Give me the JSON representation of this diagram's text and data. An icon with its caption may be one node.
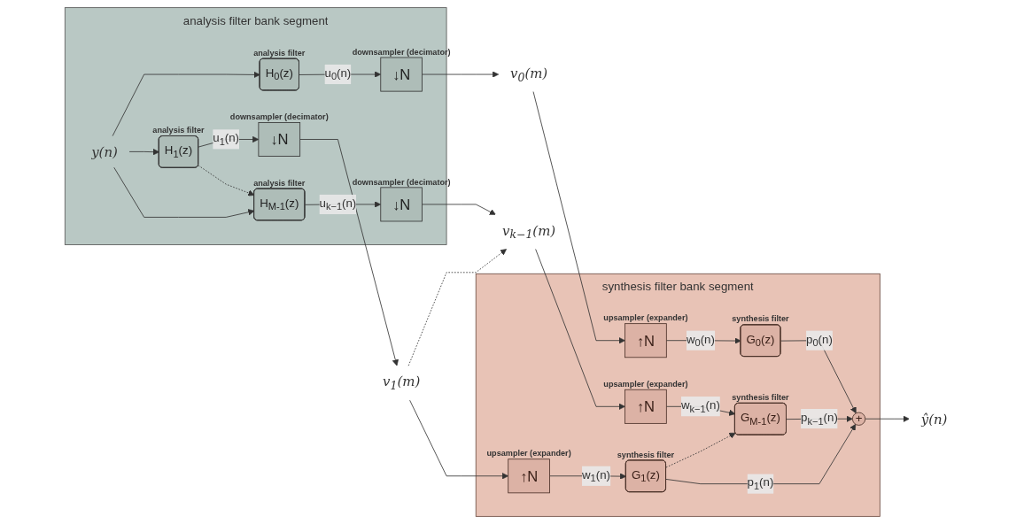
{
  "diagram": {
    "nodes": [
      {
        "text": [
          "analysis filter bank segment"
        ]
      },
      {
        "text": [
          "y(n)"
        ],
        "in": 0
      },
      {
        "text": [
          "H$_{0}$(z)"
        ],
        "in": 0,
        "beside": [
          "analysis filter"
        ]
      },
      {
        "text": [
          "↓N"
        ],
        "in": 0,
        "beside": [
          "downsampler (decimator)"
        ]
      },
      {
        "text": [
          "H$_{1}$(z)"
        ],
        "in": 0,
        "beside": [
          "analysis filter"
        ]
      },
      {
        "text": [
          "↓N"
        ],
        "in": 0,
        "beside": [
          "downsampler (decimator)"
        ]
      },
      {
        "text": [
          "H$_{M-1}$(z)"
        ],
        "in": 0,
        "beside": [
          "analysis filter"
        ]
      },
      {
        "text": [
          "↓N"
        ],
        "in": 0,
        "beside": [
          "downsampler (decimator)"
        ]
      },
      {
        "text": [
          "v$_{0}$(m)"
        ]
      },
      {
        "text": [
          "v$_{1}$(m)"
        ]
      },
      {
        "text": [
          "v$_{k−1}$(m)"
        ]
      },
      {
        "text": [
          "synthesis filter bank segment"
        ]
      },
      {
        "text": [
          "↑N"
        ],
        "in": 11,
        "beside": [
          "upsampler (expander)"
        ]
      },
      {
        "text": [
          "G$_{0}$(z)"
        ],
        "in": 11,
        "beside": [
          "synthesis filter"
        ]
      },
      {
        "text": [
          "↑N"
        ],
        "in": 11,
        "beside": [
          "upsampler (expander)"
        ]
      },
      {
        "text": [
          "G$_{1}$(z)"
        ],
        "in": 11,
        "beside": [
          "synthesis filter"
        ]
      },
      {
        "text": [
          "↑N"
        ],
        "in": 11,
        "beside": [
          "upsampler (expander)"
        ]
      },
      {
        "text": [
          "G$_{M-1}$(z)"
        ],
        "in": 11,
        "beside": [
          "synthesis filter"
        ]
      },
      {
        "text": [
          "+"
        ],
        "in": 11
      },
      {
        "text": [
          "ŷ(n)"
        ]
      }
    ],
    "edges": [
      {
        "from": 1,
        "to": 2,
        "arrow": "to"
      },
      {
        "from": 1,
        "to": 4,
        "arrow": "to"
      },
      {
        "from": 1,
        "to": 6,
        "arrow": "to"
      },
      {
        "from": 2,
        "to": 3,
        "arrow": "to",
        "label": "u$_{0}$(n)"
      },
      {
        "from": 4,
        "to": 5,
        "arrow": "to",
        "label": "u$_{1}$(n)"
      },
      {
        "from": 6,
        "to": 7,
        "arrow": "to",
        "label": "u$_{k−1}$(n)"
      },
      {
        "from": 4,
        "to": 6,
        "arrow": "to",
        "style": "dashed"
      },
      {
        "from": 3,
        "to": 8,
        "arrow": "to"
      },
      {
        "from": 5,
        "to": 9,
        "arrow": "to"
      },
      {
        "from": 7,
        "to": 10,
        "arrow": "to"
      },
      {
        "from": 9,
        "to": 10,
        "arrow": "to",
        "style": "dashed"
      },
      {
        "from": 8,
        "to": 12,
        "arrow": "to"
      },
      {
        "from": 9,
        "to": 14,
        "arrow": "to"
      },
      {
        "from": 10,
        "to": 16,
        "arrow": "to"
      },
      {
        "from": 12,
        "to": 13,
        "arrow": "to",
        "label": "w$_{0}$(n)"
      },
      {
        "from": 14,
        "to": 15,
        "arrow": "to",
        "label": "w$_{1}$(n)"
      },
      {
        "from": 16,
        "to": 17,
        "arrow": "to",
        "label": "w$_{k−1}$(n)"
      },
      {
        "from": 15,
        "to": 17,
        "arrow": "to",
        "style": "dashed"
      },
      {
        "from": 13,
        "to": 18,
        "arrow": "to",
        "label": "p$_{0}$(n)"
      },
      {
        "from": 15,
        "to": 18,
        "arrow": "to",
        "label": "p$_{1}$(n)"
      },
      {
        "from": 17,
        "to": 18,
        "arrow": "to",
        "label": "p$_{k−1}$(n)"
      },
      {
        "from": 18,
        "to": 19,
        "arrow": "to"
      }
    ]
  }
}
